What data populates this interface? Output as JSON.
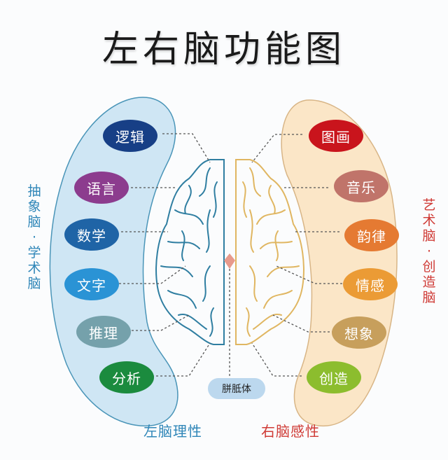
{
  "title": "左右脑功能图",
  "left": {
    "color": "#2f86b8",
    "side_label_chars": [
      "抽",
      "象",
      "脑",
      "·",
      "学",
      "术",
      "脑"
    ],
    "bottom_label": "左脑理性",
    "items": [
      {
        "label": "逻辑",
        "color": "#173f86"
      },
      {
        "label": "语言",
        "color": "#8c3c8e"
      },
      {
        "label": "数学",
        "color": "#1f64a6"
      },
      {
        "label": "文字",
        "color": "#2a93d5"
      },
      {
        "label": "推理",
        "color": "#75a1ab"
      },
      {
        "label": "分析",
        "color": "#1b8b3e"
      }
    ]
  },
  "right": {
    "color": "#cf3a35",
    "side_label_chars": [
      "艺",
      "术",
      "脑",
      "·",
      "创",
      "造",
      "脑"
    ],
    "bottom_label": "右脑感性",
    "items": [
      {
        "label": "图画",
        "color": "#c9141c"
      },
      {
        "label": "音乐",
        "color": "#c0746a"
      },
      {
        "label": "韵律",
        "color": "#e57a32"
      },
      {
        "label": "情感",
        "color": "#eb9b35"
      },
      {
        "label": "想象",
        "color": "#c79f5c"
      },
      {
        "label": "创造",
        "color": "#8cbd2e"
      }
    ]
  },
  "center": {
    "corpus_callosum": "胼胝体"
  }
}
